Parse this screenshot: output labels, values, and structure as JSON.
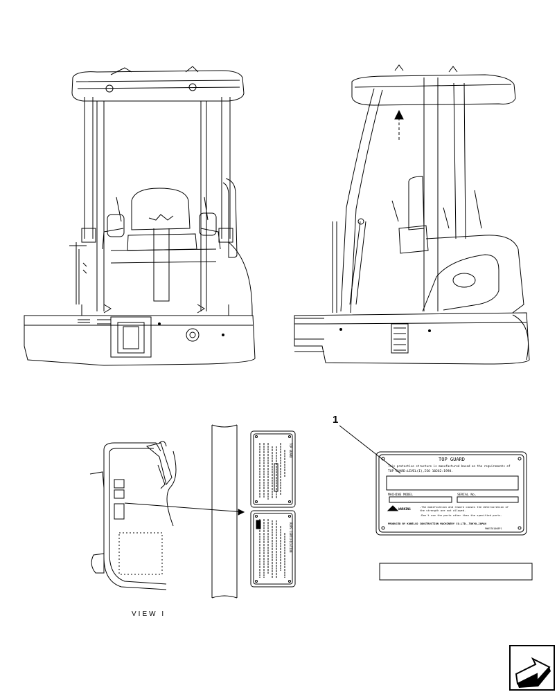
{
  "diagram": {
    "callout_number": "1",
    "view_label": "VIEW I",
    "plate": {
      "title": "TOP GUARD",
      "line1": "This protective structure is manufactured based on the requirements of",
      "line2": "TOP GUARD:LEVEL(I),ISO 10262:1998.",
      "machine_model_label": "MACHINE MODEL",
      "serial_no_label": "SERIAL No.",
      "warning_label": "WARNING",
      "warning_line1": "-The modification and rework causes the deterioration of",
      "warning_line2": "the strength are not allowed.",
      "warning_line3": "-Don't use the parts other than the specified parts.",
      "producer": "PRODUCED BY KOBELCO CONSTRUCTION MACHINERY CO.LTD.,TOKYO,JAPAN",
      "part_code": "PW65T01068P1"
    },
    "small_label_upper_title": "TOP GUARD",
    "small_label_lower_title": "ROPS CERTIFICATION"
  },
  "nav": {
    "icon": "next-page-arrow-icon"
  }
}
